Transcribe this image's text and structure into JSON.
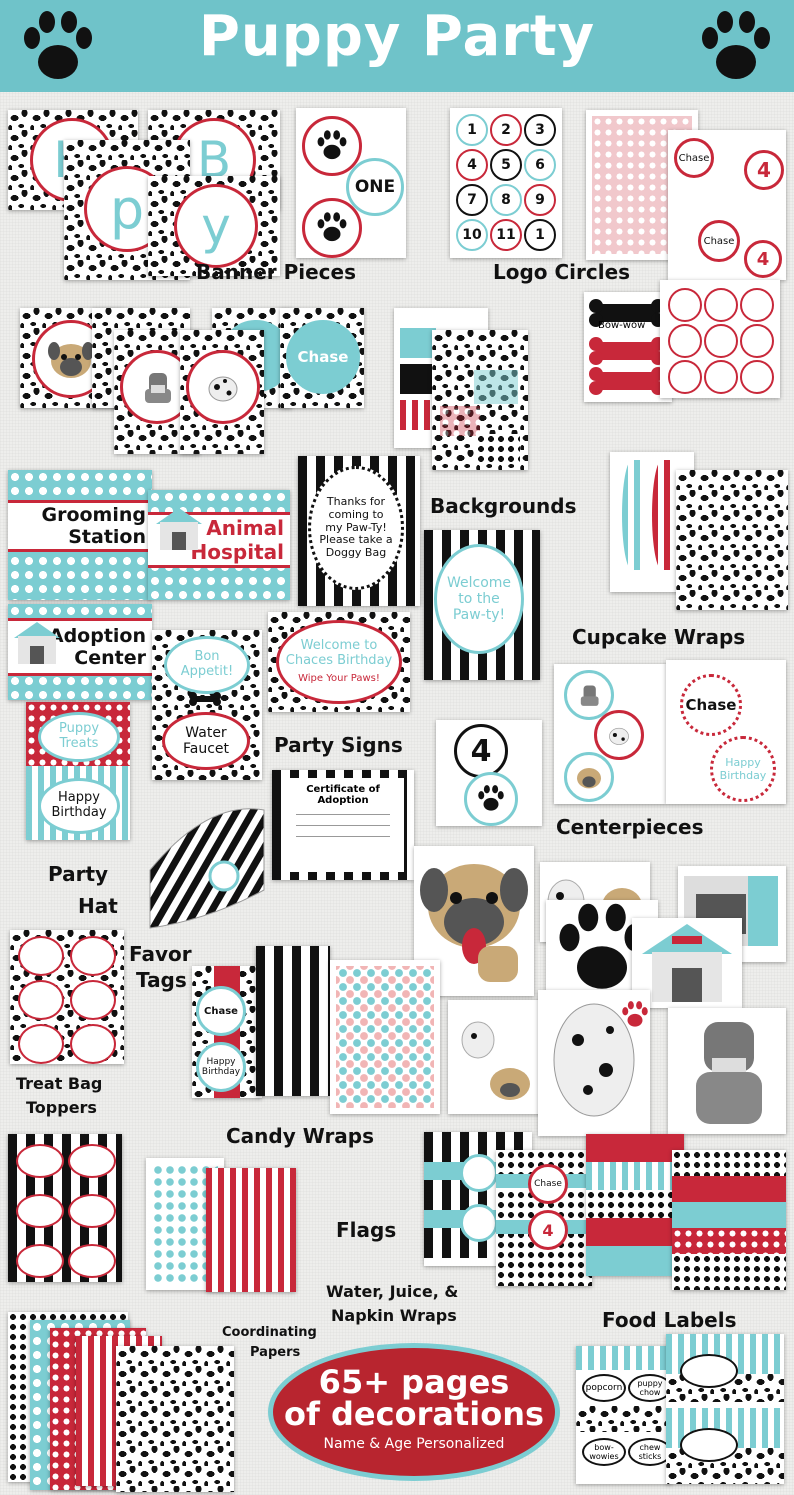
{
  "title": "Puppy Party",
  "colors": {
    "teal": "#6fc3c9",
    "red": "#c8283a",
    "black": "#111111",
    "badge_red": "#b8252f"
  },
  "icons": [
    "paw-print-icon",
    "bone-icon",
    "dog-house-icon",
    "fire-hydrant-icon"
  ],
  "labels": {
    "banner_pieces": "Banner Pieces",
    "logo_circles": "Logo Circles",
    "backgrounds": "Backgrounds",
    "cupcake_wraps": "Cupcake Wraps",
    "party_signs": "Party Signs",
    "centerpieces": "Centerpieces",
    "party_hat_1": "Party",
    "party_hat_2": "Hat",
    "favor_tags_1": "Favor",
    "favor_tags_2": "Tags",
    "treat_bag_toppers_1": "Treat Bag",
    "treat_bag_toppers_2": "Toppers",
    "candy_wraps": "Candy Wraps",
    "flags": "Flags",
    "water_wraps_1": "Water, Juice, &",
    "water_wraps_2": "Napkin Wraps",
    "coordinating_papers_1": "Coordinating",
    "coordinating_papers_2": "Papers",
    "food_labels": "Food Labels"
  },
  "badge": {
    "line1": "65+ pages",
    "line2": "of decorations",
    "line3": "Name & Age Personalized"
  },
  "samples": {
    "banner_letters": [
      "H",
      "p",
      "B",
      "y"
    ],
    "one": "ONE",
    "logo_numbers": [
      "1",
      "2",
      "3",
      "4",
      "5",
      "6",
      "7",
      "8",
      "9",
      "10",
      "11",
      "1"
    ],
    "name": "Chase",
    "bow_wow": "Bow-wow",
    "sign_grooming_1": "Grooming",
    "sign_grooming_2": "Station",
    "sign_animal_1": "Animal",
    "sign_animal_2": "Hospital",
    "sign_adoption_1": "Adoption",
    "sign_adoption_2": "Center",
    "sign_treats_1": "Puppy",
    "sign_treats_2": "Treats",
    "sign_happy_1": "Happy",
    "sign_happy_2": "Birthday",
    "sign_bon_1": "Bon",
    "sign_bon_2": "Appetit!",
    "sign_water_1": "Water",
    "sign_water_2": "Faucet",
    "sign_thanks": "Thanks for coming to my Paw-Ty! Please take a Doggy Bag",
    "sign_welcome_paw": "Welcome to the Paw-ty!",
    "sign_welcome_birthday_1": "Welcome to",
    "sign_welcome_birthday_2": "Chaces Birthday",
    "sign_wipe": "Wipe Your Paws!",
    "certificate": "Certificate of Adoption",
    "age": "4",
    "food_popcorn": "popcorn",
    "food_puppy_chow": "puppy chow",
    "food_bow_wowies": "bow-wowies",
    "food_chew_sticks": "chew sticks"
  }
}
